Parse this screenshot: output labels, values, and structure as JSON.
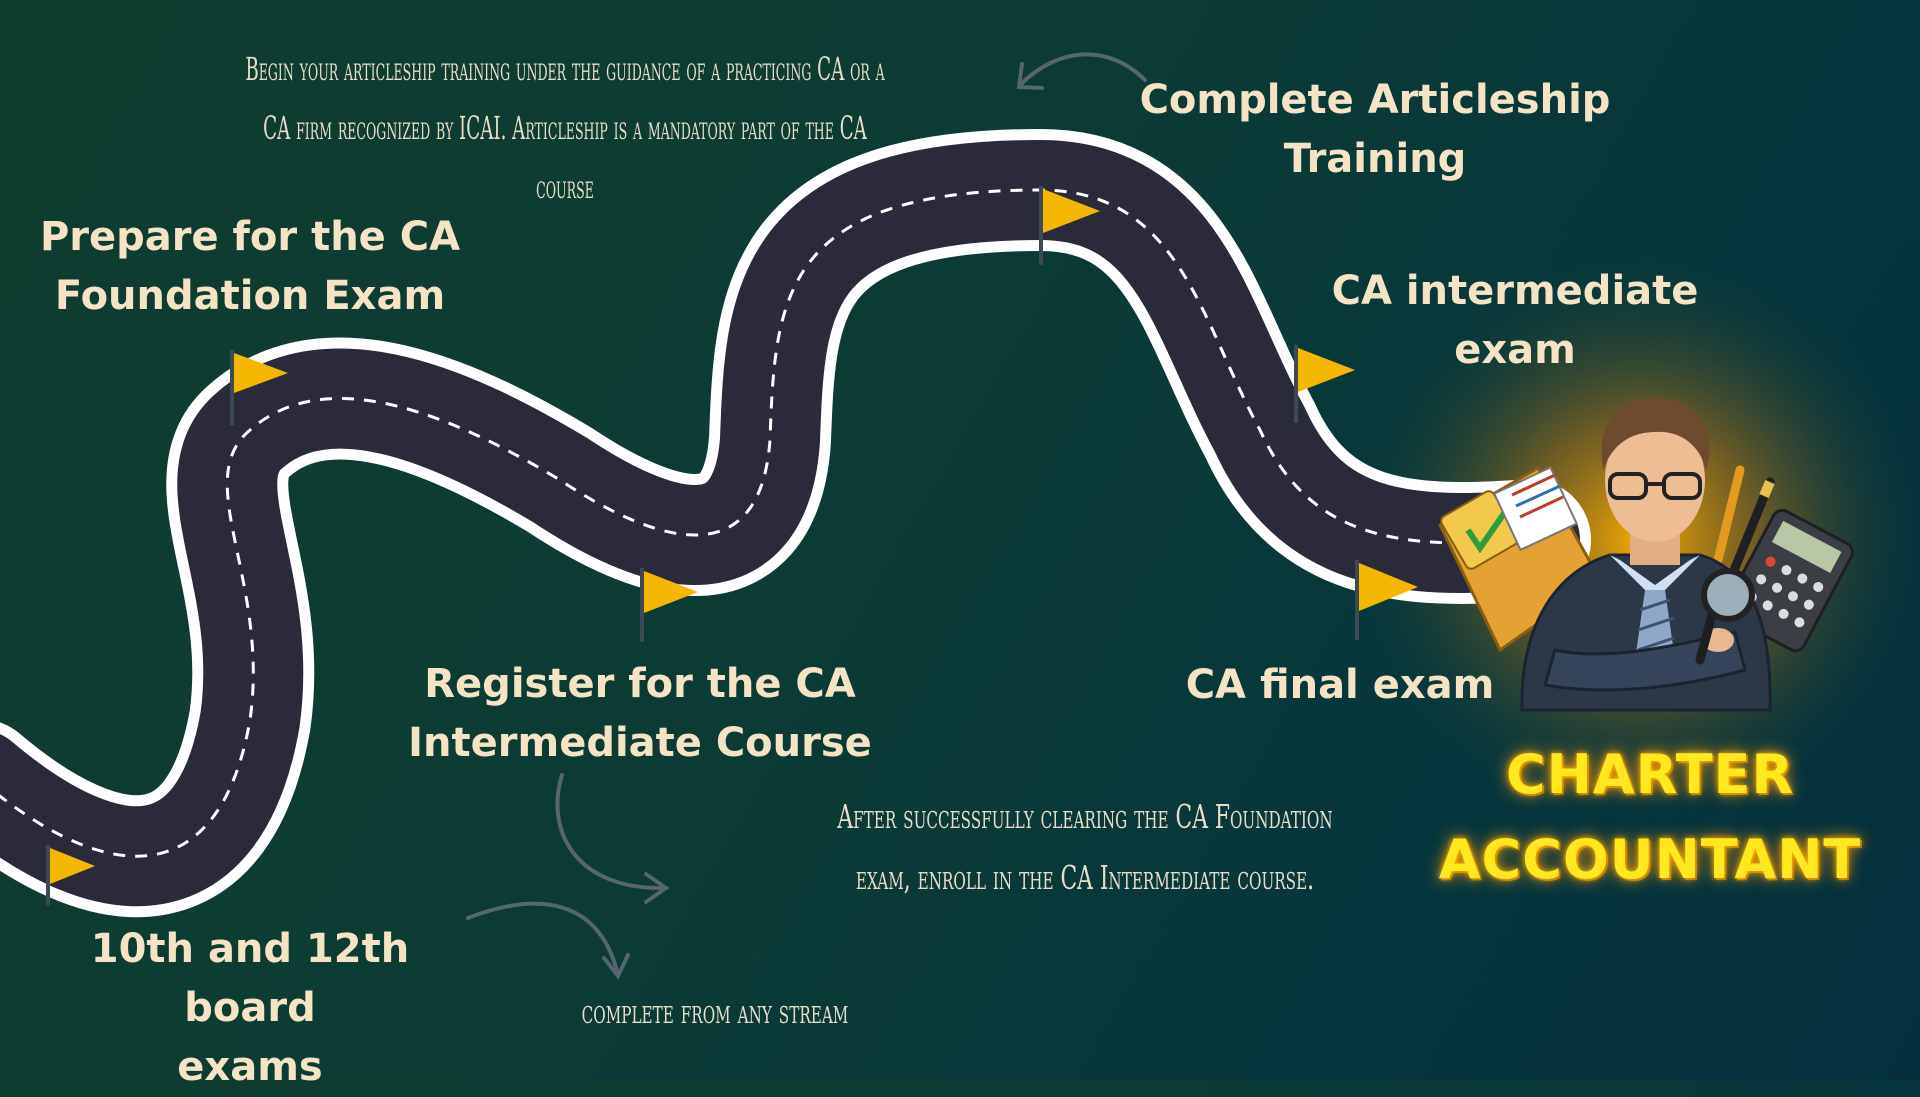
{
  "milestones": {
    "board_exams": "10th and 12th board\nexams",
    "foundation": "Prepare for the CA\nFoundation Exam",
    "intermediate_register": "Register for the CA\nIntermediate Course",
    "articleship": "Complete Articleship\nTraining",
    "intermediate_exam": "CA intermediate\nexam",
    "final_exam": "CA final exam"
  },
  "notes": {
    "any_stream": "complete from any stream",
    "after_foundation": "After successfully clearing the CA Foundation\nexam, enroll in the CA Intermediate course.",
    "articleship": "Begin your articleship training under the guidance of a practicing CA or a\nCA firm recognized by ICAI. Articleship is a mandatory part of the CA course"
  },
  "title": {
    "line1": "CHARTER",
    "line2": "ACCOUNTANT"
  },
  "colors": {
    "background": "#0c3b35",
    "road": "#2b2a3b",
    "road_edge": "#ffffff",
    "flag": "#f5b800",
    "milestone_text": "#f4e3c4",
    "title_glow": "#ffe81f"
  },
  "icons": [
    "flag-icon",
    "accountant-icon",
    "folder-icon",
    "calculator-icon",
    "magnifier-icon",
    "pen-icon"
  ]
}
